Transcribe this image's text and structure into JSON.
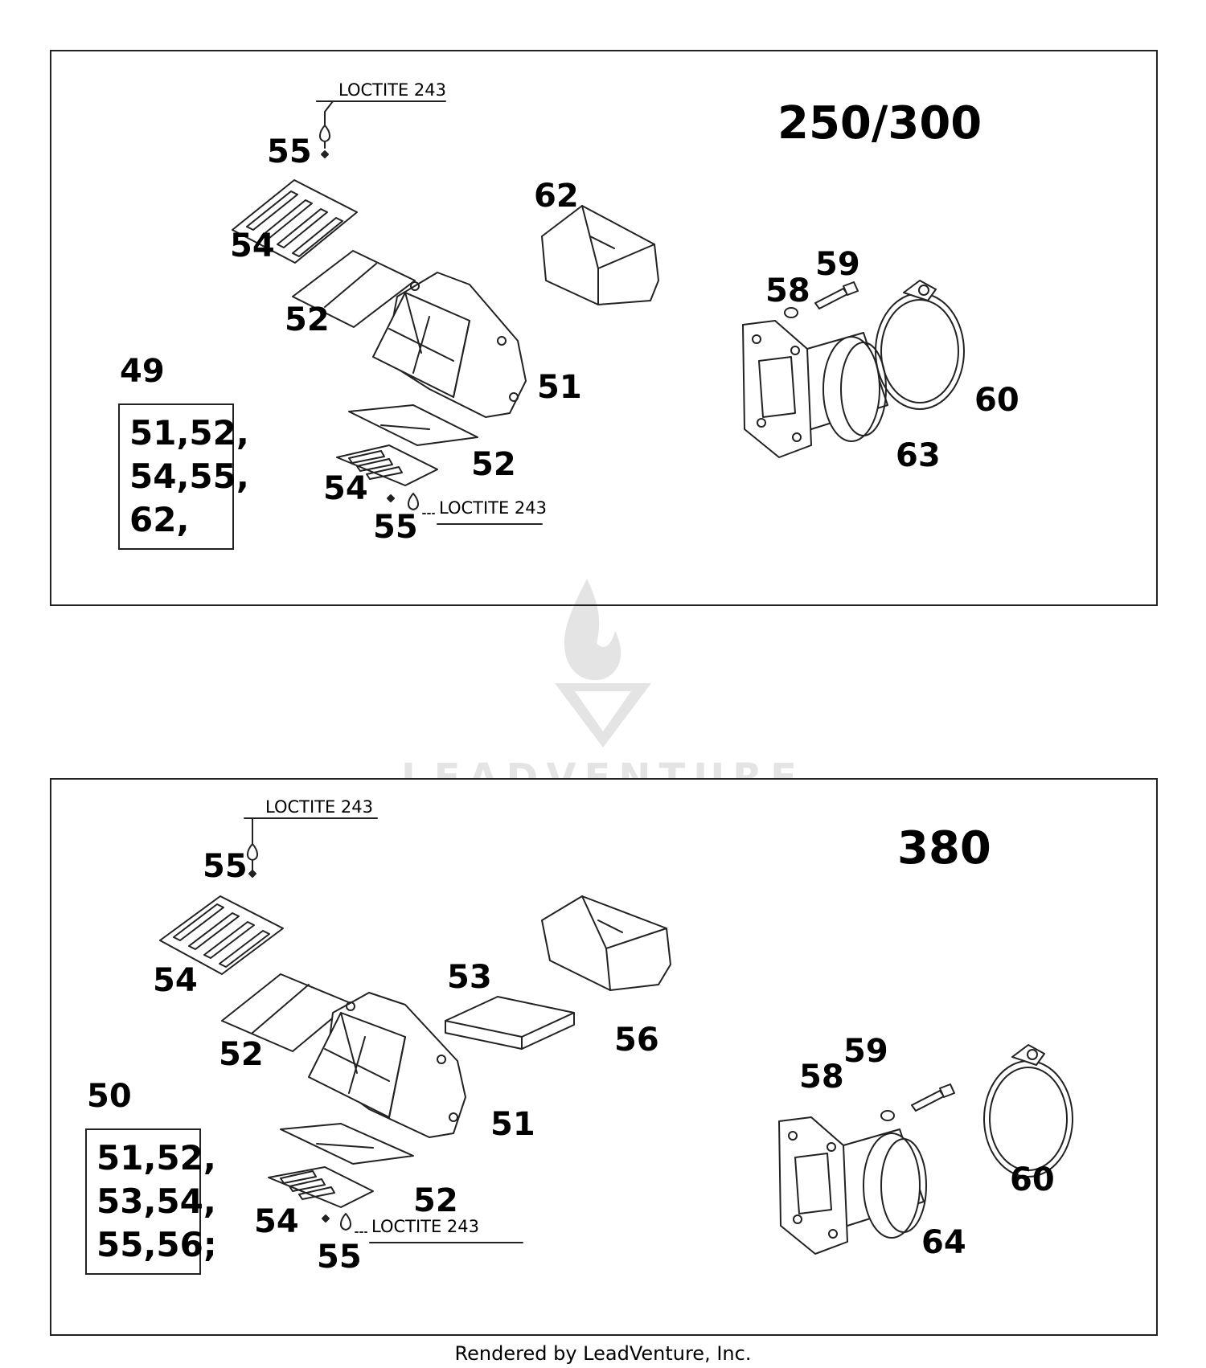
{
  "top": {
    "model": "250/300",
    "kit_number": "49",
    "kit_lines": [
      "51,52,",
      "54,55,",
      "62,"
    ],
    "loctite_upper": "LOCTITE 243",
    "loctite_lower": "LOCTITE 243",
    "labels": {
      "screw_upper": "55",
      "reed_upper": "54",
      "petal_upper": "52",
      "cover": "62",
      "body": "51",
      "petal_lower": "52",
      "reed_lower": "54",
      "screw_lower": "55",
      "washer": "58",
      "bolt": "59",
      "clamp": "60",
      "flange": "63"
    }
  },
  "bottom": {
    "model": "380",
    "kit_number": "50",
    "kit_lines": [
      "51,52,",
      "53,54,",
      "55,56;"
    ],
    "loctite_upper": "LOCTITE 243",
    "loctite_lower": "LOCTITE 243",
    "labels": {
      "screw_upper": "55",
      "reed_upper": "54",
      "petal_upper": "52",
      "spacer": "53",
      "cover": "56",
      "body": "51",
      "petal_lower": "52",
      "reed_lower": "54",
      "screw_lower": "55",
      "washer": "58",
      "bolt": "59",
      "clamp": "60",
      "flange": "64"
    }
  },
  "watermark": "LEADVENTURE",
  "footer": "Rendered by LeadVenture, Inc."
}
